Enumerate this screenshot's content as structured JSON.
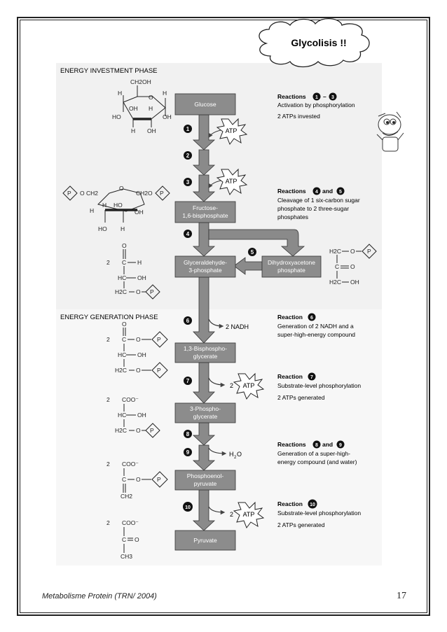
{
  "title": "Glycolisis !!",
  "phases": {
    "investment": "ENERGY INVESTMENT PHASE",
    "generation": "ENERGY GENERATION PHASE"
  },
  "metabolites": {
    "glucose": "Glucose",
    "fbp_1": "Fructose-",
    "fbp_2": "1,6-bisphosphate",
    "g3p_1": "Glyceraldehyde-",
    "g3p_2": "3-phosphate",
    "dhap_1": "Dihydroxyacetone",
    "dhap_2": "phosphate",
    "bpg_1": "1,3-Bisphospho-",
    "bpg_2": "glycerate",
    "pg3_1": "3-Phospho-",
    "pg3_2": "glycerate",
    "pep_1": "Phosphoenol-",
    "pep_2": "pyruvate",
    "pyruvate": "Pyruvate"
  },
  "cofactors": {
    "atp": "ATP",
    "nadh": "2 NADH",
    "two": "2",
    "h2o_h": "H",
    "h2o_2": "2",
    "h2o_o": "O"
  },
  "steps": [
    "1",
    "2",
    "3",
    "4",
    "5",
    "6",
    "7",
    "8",
    "9",
    "10"
  ],
  "reactions": [
    {
      "head": "Reactions",
      "nums": [
        "1",
        "3"
      ],
      "join": "–",
      "lines": [
        "Activation by phosphorylation",
        "2 ATPs invested"
      ]
    },
    {
      "head": "Reactions",
      "nums": [
        "4",
        "5"
      ],
      "join": "and",
      "lines": [
        "Cleavage of 1 six-carbon sugar",
        "phosphate to 2 three-sugar",
        "phosphates"
      ]
    },
    {
      "head": "Reaction",
      "nums": [
        "6"
      ],
      "join": "",
      "lines": [
        "Generation of 2 NADH and a",
        "super-high-energy compound"
      ]
    },
    {
      "head": "Reaction",
      "nums": [
        "7"
      ],
      "join": "",
      "lines": [
        "Substrate-level phosphorylation",
        "2 ATPs generated"
      ]
    },
    {
      "head": "Reactions",
      "nums": [
        "8",
        "9"
      ],
      "join": "and",
      "lines": [
        "Generation of a super-high-",
        "energy compound (and water)"
      ]
    },
    {
      "head": "Reaction",
      "nums": [
        "10"
      ],
      "join": "",
      "lines": [
        "Substrate-level phosphorylation",
        "2 ATPs generated"
      ]
    }
  ],
  "structure_labels": {
    "ch2oh": "CH2OH",
    "h": "H",
    "oh": "OH",
    "ho": "HO",
    "o": "O",
    "p": "P",
    "och2": "O CH2",
    "ch2o": "CH2O",
    "c": "C",
    "hc": "HC",
    "h2c": "H2C",
    "coo": "COO⁻",
    "ch2": "CH2",
    "ch3": "CH3",
    "coef": "2"
  },
  "footer": {
    "left": "Metabolisme Protein   (TRN/ 2004)",
    "page": "17"
  },
  "colors": {
    "box_fill": "#8c8c8c",
    "arrow_fill": "#8a8a8a",
    "panel_top": "#f1f1f1",
    "panel_bottom": "#f7f7f7",
    "ink": "#222222"
  }
}
